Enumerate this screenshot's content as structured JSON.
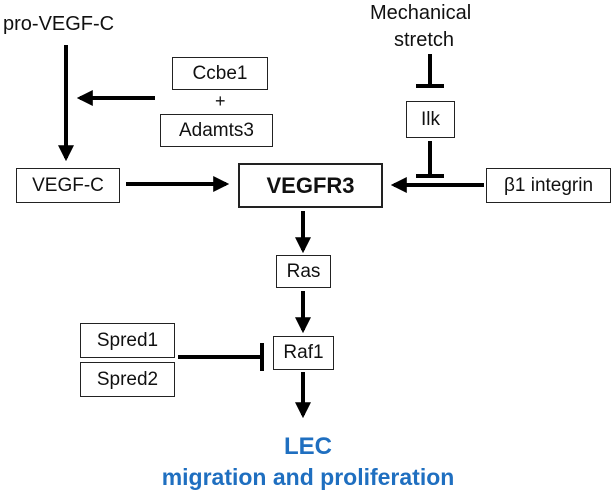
{
  "nodes": {
    "pro_vegf_c": "pro-VEGF-C",
    "ccbe1": "Ccbe1",
    "plus": "+",
    "adamts3": "Adamts3",
    "vegf_c": "VEGF-C",
    "vegfr3": "VEGFR3",
    "mechanical_stretch_line1": "Mechanical",
    "mechanical_stretch_line2": "stretch",
    "ilk": "Ilk",
    "b1_integrin": "β1 integrin",
    "ras": "Ras",
    "raf1": "Raf1",
    "spred1": "Spred1",
    "spred2": "Spred2"
  },
  "outcome": {
    "line1": "LEC",
    "line2": "migration and proliferation"
  },
  "colors": {
    "outcome_text": "#1f6fc0",
    "arrows": "#000000"
  }
}
